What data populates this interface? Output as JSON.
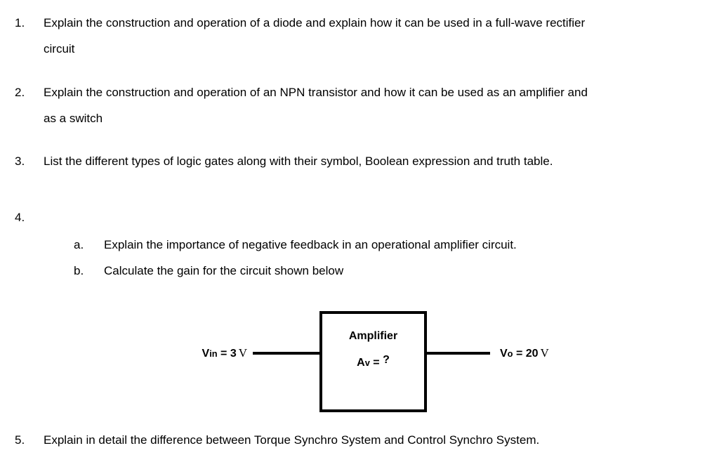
{
  "colors": {
    "background": "#ffffff",
    "text": "#000000",
    "diagram_stroke": "#000000"
  },
  "questions": [
    {
      "number": "1.",
      "lines": [
        "Explain the construction and operation of a diode and explain how it can be used in a full-wave rectifier",
        "circuit"
      ]
    },
    {
      "number": "2.",
      "lines": [
        "Explain the construction and operation of an NPN transistor and how it can be used as an amplifier and",
        "as a switch"
      ]
    },
    {
      "number": "3.",
      "lines": [
        "List the different types of logic gates along with their symbol, Boolean expression and truth table."
      ]
    },
    {
      "number": "4.",
      "sub_items": [
        {
          "letter": "a.",
          "text": "Explain the importance of negative feedback in an operational amplifier circuit."
        },
        {
          "letter": "b.",
          "text": "Calculate the gain for the circuit shown below"
        }
      ]
    },
    {
      "number": "5.",
      "lines": [
        "Explain in detail the difference between Torque Synchro System and Control Synchro System."
      ]
    }
  ],
  "diagram": {
    "block_title": "Amplifier",
    "gain_base": "A",
    "gain_sub": "v",
    "gain_eq": "=",
    "gain_value": "?",
    "input_base": "V",
    "input_sub": "in",
    "input_eq": "=",
    "input_value": "3",
    "input_unit": "V",
    "output_base": "V",
    "output_sub": "o",
    "output_eq": "=",
    "output_value": "20",
    "output_unit": "V"
  }
}
